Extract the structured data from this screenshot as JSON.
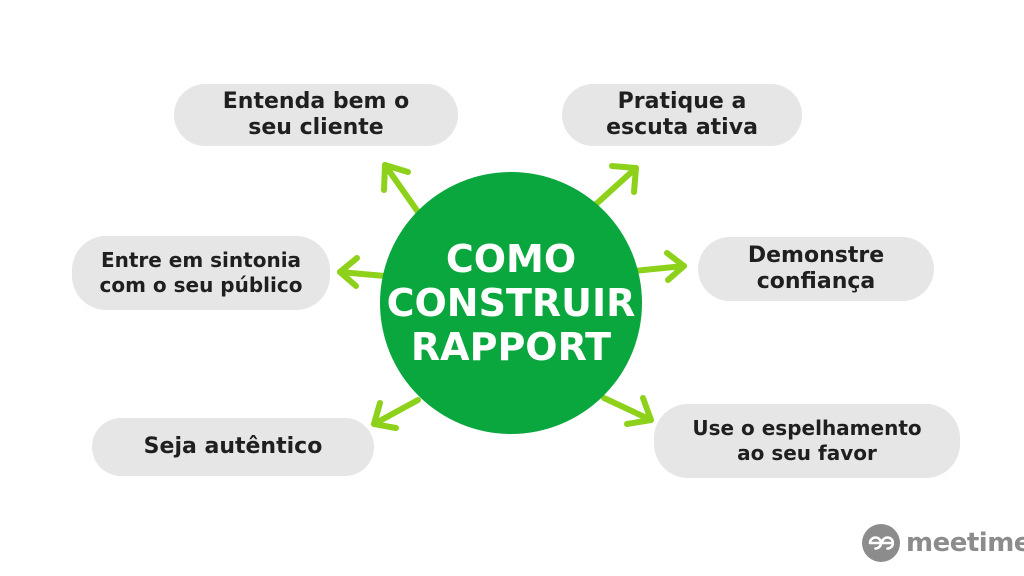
{
  "center": {
    "line1": "COMO",
    "line2": "CONSTRUIR",
    "line3": "RAPPORT"
  },
  "nodes": [
    {
      "id": "entenda",
      "line1": "Entenda bem o",
      "line2": "seu cliente"
    },
    {
      "id": "pratique",
      "line1": "Pratique a",
      "line2": "escuta ativa"
    },
    {
      "id": "sintonia",
      "line1": "Entre em sintonia",
      "line2": "com o seu público"
    },
    {
      "id": "confianca",
      "line1": "Demonstre",
      "line2": "confiança"
    },
    {
      "id": "autentico",
      "line1": "Seja autêntico"
    },
    {
      "id": "espelhamento",
      "line1": "Use o espelhamento",
      "line2": "ao seu favor"
    }
  ],
  "logo": {
    "text": "meetime",
    "icon": "meetime-logo-icon"
  },
  "colors": {
    "circle": "#0aa63e",
    "arrow": "#8ed11a",
    "pill": "#e6e6e6",
    "text": "#1f1f1f",
    "logo": "#8c8c8c"
  }
}
